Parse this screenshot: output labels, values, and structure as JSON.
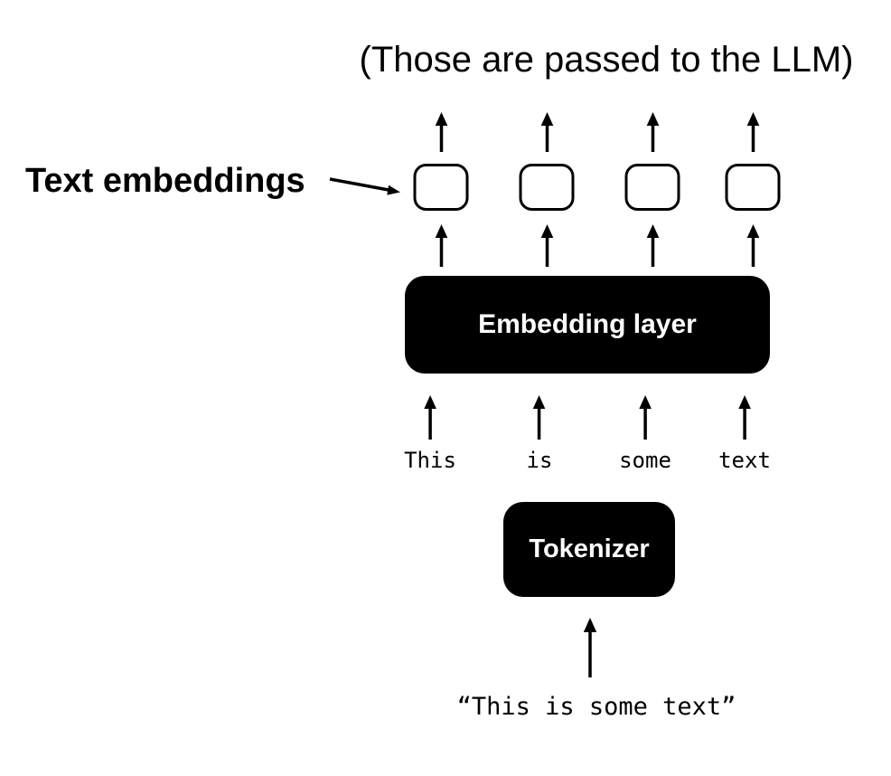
{
  "note": "(Those are passed to the LLM)",
  "text_embeddings_label": "Text embeddings",
  "embedding_layer_label": "Embedding layer",
  "tokenizer_label": "Tokenizer",
  "tokens": [
    "This",
    "is",
    "some",
    "text"
  ],
  "input_text": "“This is some text”",
  "embedding_slots": 4,
  "colors": {
    "background": "#ffffff",
    "ink": "#000000",
    "block_background": "#000000",
    "block_text": "#ffffff"
  }
}
